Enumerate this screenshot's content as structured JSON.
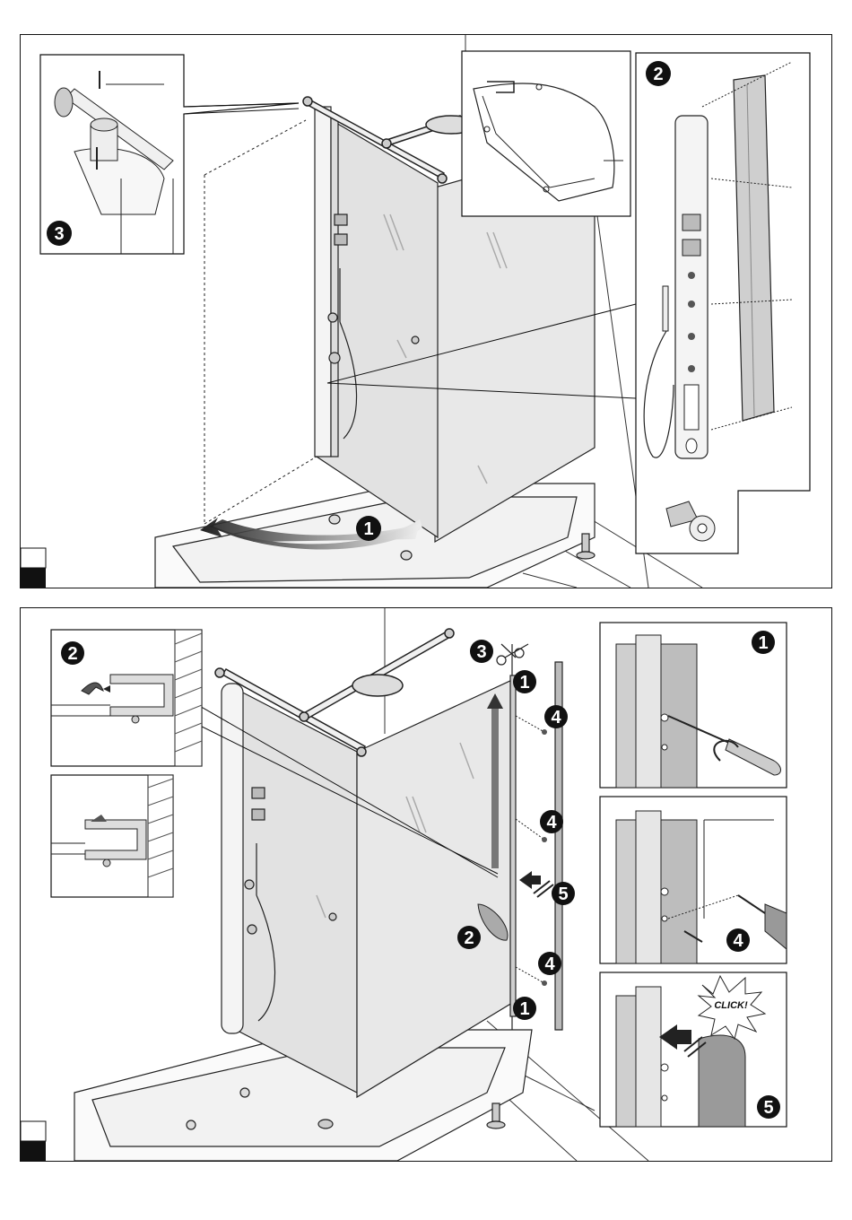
{
  "top_panel": {
    "callouts": {
      "arc_step": "1",
      "profile_detail_step": "2",
      "bracket_detail_step": "3"
    }
  },
  "bottom_panel": {
    "callouts": {
      "seal_detail_step": "2",
      "cut_step": "3",
      "profile_top_step": "1",
      "profile_bottom_step": "1",
      "screw_top_step": "4",
      "screw_mid_step": "4",
      "screw_bottom_step": "4",
      "cover_step": "5",
      "seal_step": "2",
      "inset_screwdriver_step": "1",
      "inset_drill_step": "4",
      "inset_click_step": "5"
    },
    "click_label": "CLICK!"
  },
  "colors": {
    "line": "#111111",
    "glass": "#e6e6e6",
    "profile_fill": "#cfcfcf",
    "arrow_dark": "#333333"
  }
}
